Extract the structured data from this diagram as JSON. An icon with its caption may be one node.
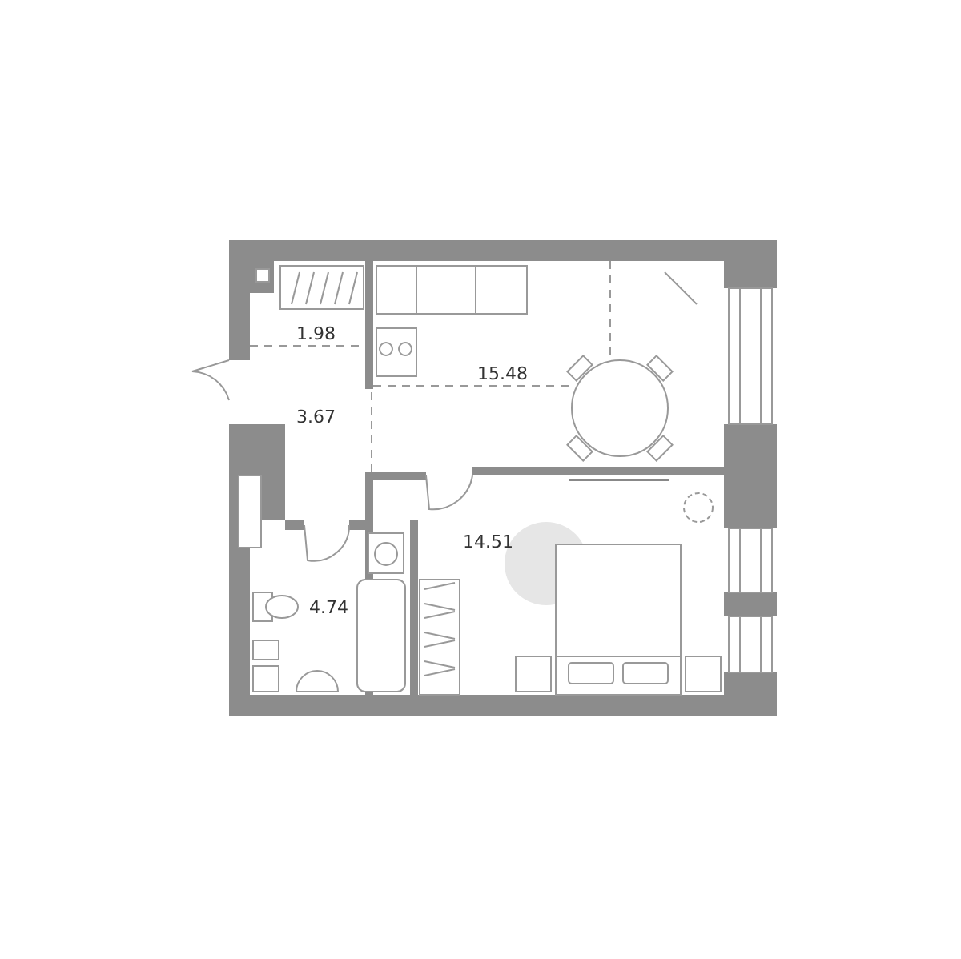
{
  "diagram": {
    "labels": [
      "1.98",
      "15.48",
      "3.67",
      "14.51",
      "4.74"
    ]
  }
}
